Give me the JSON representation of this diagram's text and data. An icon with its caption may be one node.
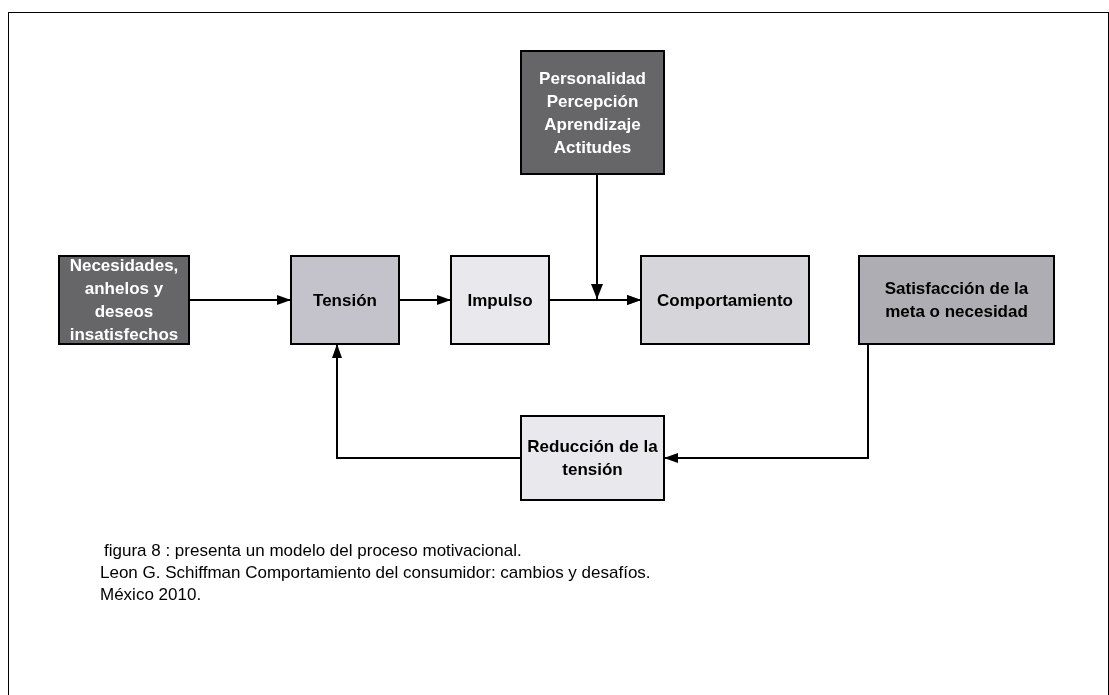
{
  "diagram": {
    "caption": "figura 8 : presenta un modelo del proceso motivacional.",
    "nodes": [
      {
        "text": [
          "Personalidad Percepción Aprendizaje Actitudes"
        ]
      },
      {
        "text": [
          "Necesidades, anhelos y deseos insatisfechos"
        ]
      },
      {
        "text": [
          "Tensión"
        ]
      },
      {
        "text": [
          "Impulso"
        ]
      },
      {
        "text": [
          "Comportamiento"
        ]
      },
      {
        "text": [
          "Satisfacción de la meta o necesidad"
        ]
      },
      {
        "text": [
          "Reducción de la tensión"
        ]
      }
    ],
    "edges": [
      {
        "from": 1,
        "to": 2,
        "arrow": "to"
      },
      {
        "from": 2,
        "to": 3,
        "arrow": "to"
      },
      {
        "from": 3,
        "to": 4,
        "arrow": "to"
      },
      {
        "from": 0,
        "to": 4,
        "arrow": "to"
      },
      {
        "from": 5,
        "to": 6,
        "arrow": "to"
      },
      {
        "from": 6,
        "to": 2,
        "arrow": "to"
      }
    ],
    "labels": [
      "Leon G. Schiffman Comportamiento del consumidor: cambios y desafíos.",
      "México 2010."
    ]
  }
}
